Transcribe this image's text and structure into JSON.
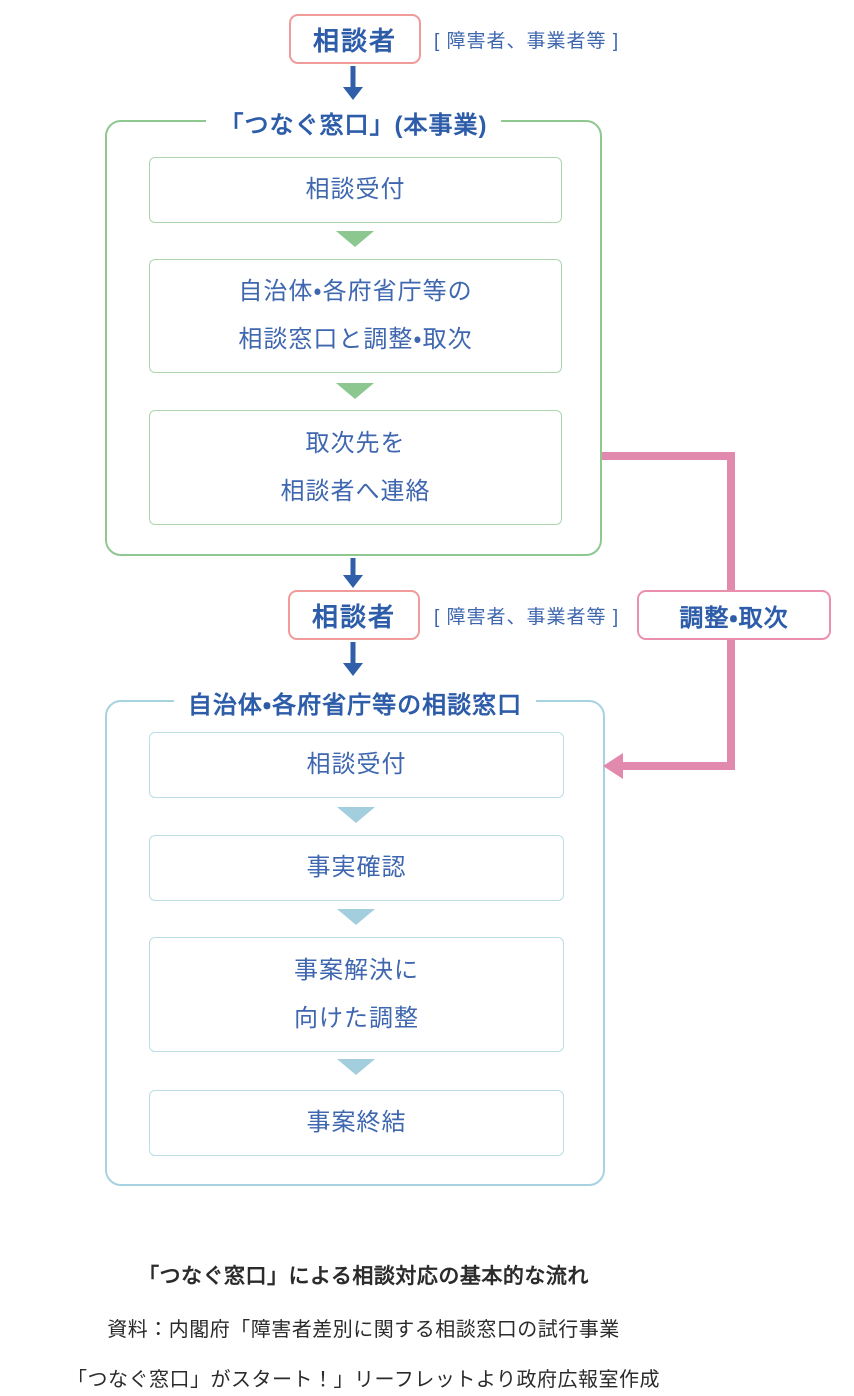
{
  "colors": {
    "text_blue": "#3e67af",
    "bold_blue": "#2d5ca9",
    "arrow_blue": "#2f5fa8",
    "actor_border_pink": "#f09a9a",
    "connector_pink": "#e28aad",
    "connector_border_pink": "#ec8fae",
    "section_green": "#8fc791",
    "step_border_green": "#aed6ae",
    "triangle_green": "#8cc78f",
    "section_teal": "#a7d2e0",
    "step_border_teal": "#bcdde7",
    "triangle_teal": "#a2cedd",
    "caption_text": "#2b2b2b"
  },
  "actors": {
    "consultant_top": {
      "label": "相談者",
      "note": "[ 障害者、事業者等 ]"
    },
    "consultant_mid": {
      "label": "相談者",
      "note": "[ 障害者、事業者等 ]"
    }
  },
  "tsunagu_section": {
    "title": "「つなぐ窓口」(本事業)",
    "steps": [
      {
        "lines": [
          "相談受付"
        ]
      },
      {
        "lines": [
          "自治体・各府省庁等の",
          "相談窓口と調整・取次"
        ]
      },
      {
        "lines": [
          "取次先を",
          "相談者へ連絡"
        ]
      }
    ]
  },
  "municipal_section": {
    "title": "自治体・各府省庁等の相談窓口",
    "steps": [
      {
        "lines": [
          "相談受付"
        ]
      },
      {
        "lines": [
          "事実確認"
        ]
      },
      {
        "lines": [
          "事案解決に",
          "向けた調整"
        ]
      },
      {
        "lines": [
          "事案終結"
        ]
      }
    ]
  },
  "connector": {
    "label": "調整・取次"
  },
  "caption": {
    "title": "「つなぐ窓口」による相談対応の基本的な流れ",
    "source_line1": "資料：内閣府「障害者差別に関する相談窓口の試行事業",
    "source_line2": "「つなぐ窓口」がスタート！」リーフレットより政府広報室作成"
  }
}
